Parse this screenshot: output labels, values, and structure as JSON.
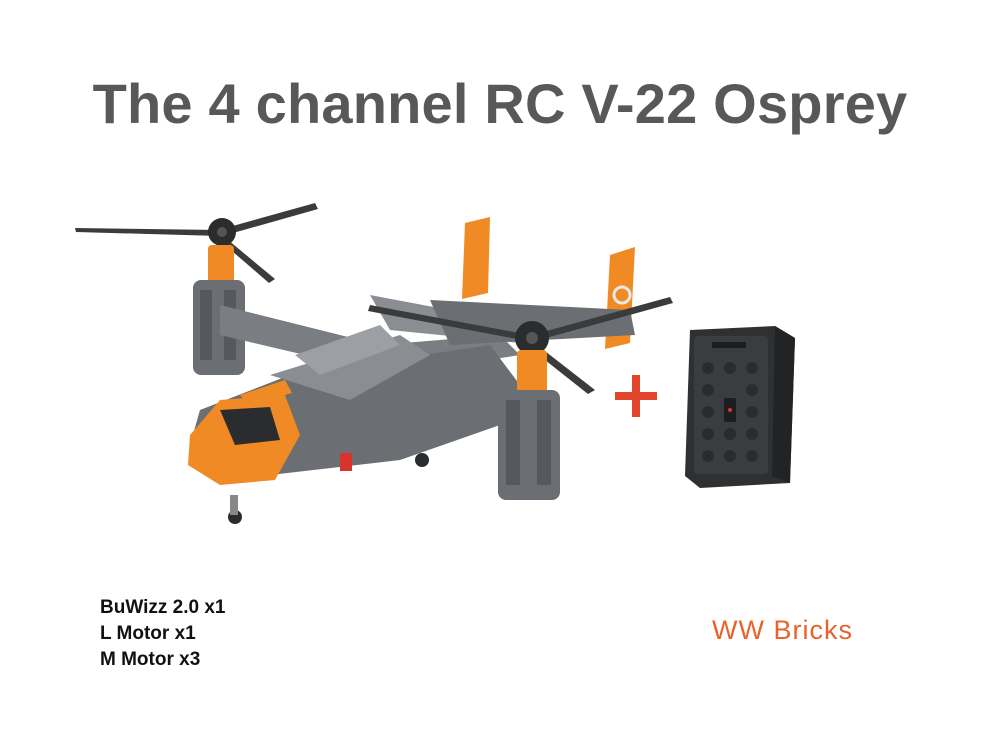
{
  "slide": {
    "title": "The 4 channel RC V-22 Osprey",
    "specs": [
      "BuWizz 2.0 x1",
      "L Motor x1",
      "M Motor x3"
    ],
    "brand": "WW Bricks"
  },
  "icons": {
    "model_image": "osprey-model-image",
    "plus": "plus-icon",
    "controller_image": "buwizz-image"
  },
  "colors": {
    "title": "#585858",
    "accent_orange": "#e8622c",
    "plus_red": "#e2442d",
    "model_gray": "#6b6e72",
    "model_orange": "#f08a24"
  }
}
